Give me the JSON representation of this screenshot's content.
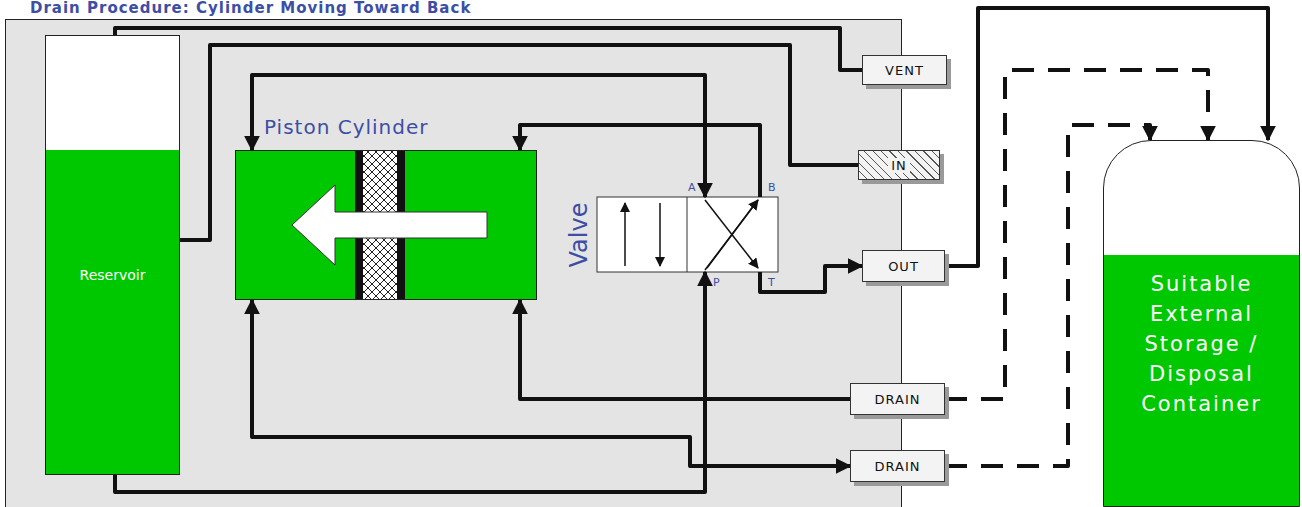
{
  "diagram": {
    "title": "Drain Procedure: Cylinder Moving Toward Back",
    "nodes": [
      {
        "text": [
          "Reservoir"
        ]
      },
      {
        "text": [
          "Piston Cylinder"
        ]
      },
      {
        "text": [
          "Valve"
        ]
      },
      {
        "text": [
          "VENT"
        ]
      },
      {
        "text": [
          "IN"
        ]
      },
      {
        "text": [
          "OUT"
        ]
      },
      {
        "text": [
          "DRAIN"
        ]
      },
      {
        "text": [
          "DRAIN"
        ]
      },
      {
        "text": [
          "Suitable External Storage / Disposal Container"
        ]
      }
    ],
    "edges": [
      {
        "from": 0,
        "to": 3,
        "arrow": "none"
      },
      {
        "from": 0,
        "to": 4,
        "arrow": "none"
      },
      {
        "from": 2,
        "to": 1,
        "arrow": "both"
      },
      {
        "from": 2,
        "to": 1,
        "arrow": "to"
      },
      {
        "from": 2,
        "to": 5,
        "arrow": "to"
      },
      {
        "from": 0,
        "to": 2,
        "arrow": "to"
      },
      {
        "from": 1,
        "to": 7,
        "arrow": "both"
      },
      {
        "from": 6,
        "to": 1,
        "arrow": "to"
      },
      {
        "from": 5,
        "to": 8,
        "arrow": "to"
      },
      {
        "from": 6,
        "to": 8,
        "arrow": "to"
      },
      {
        "from": 7,
        "to": 8,
        "arrow": "to"
      }
    ],
    "labels": [
      "A",
      "B",
      "P",
      "T"
    ]
  }
}
